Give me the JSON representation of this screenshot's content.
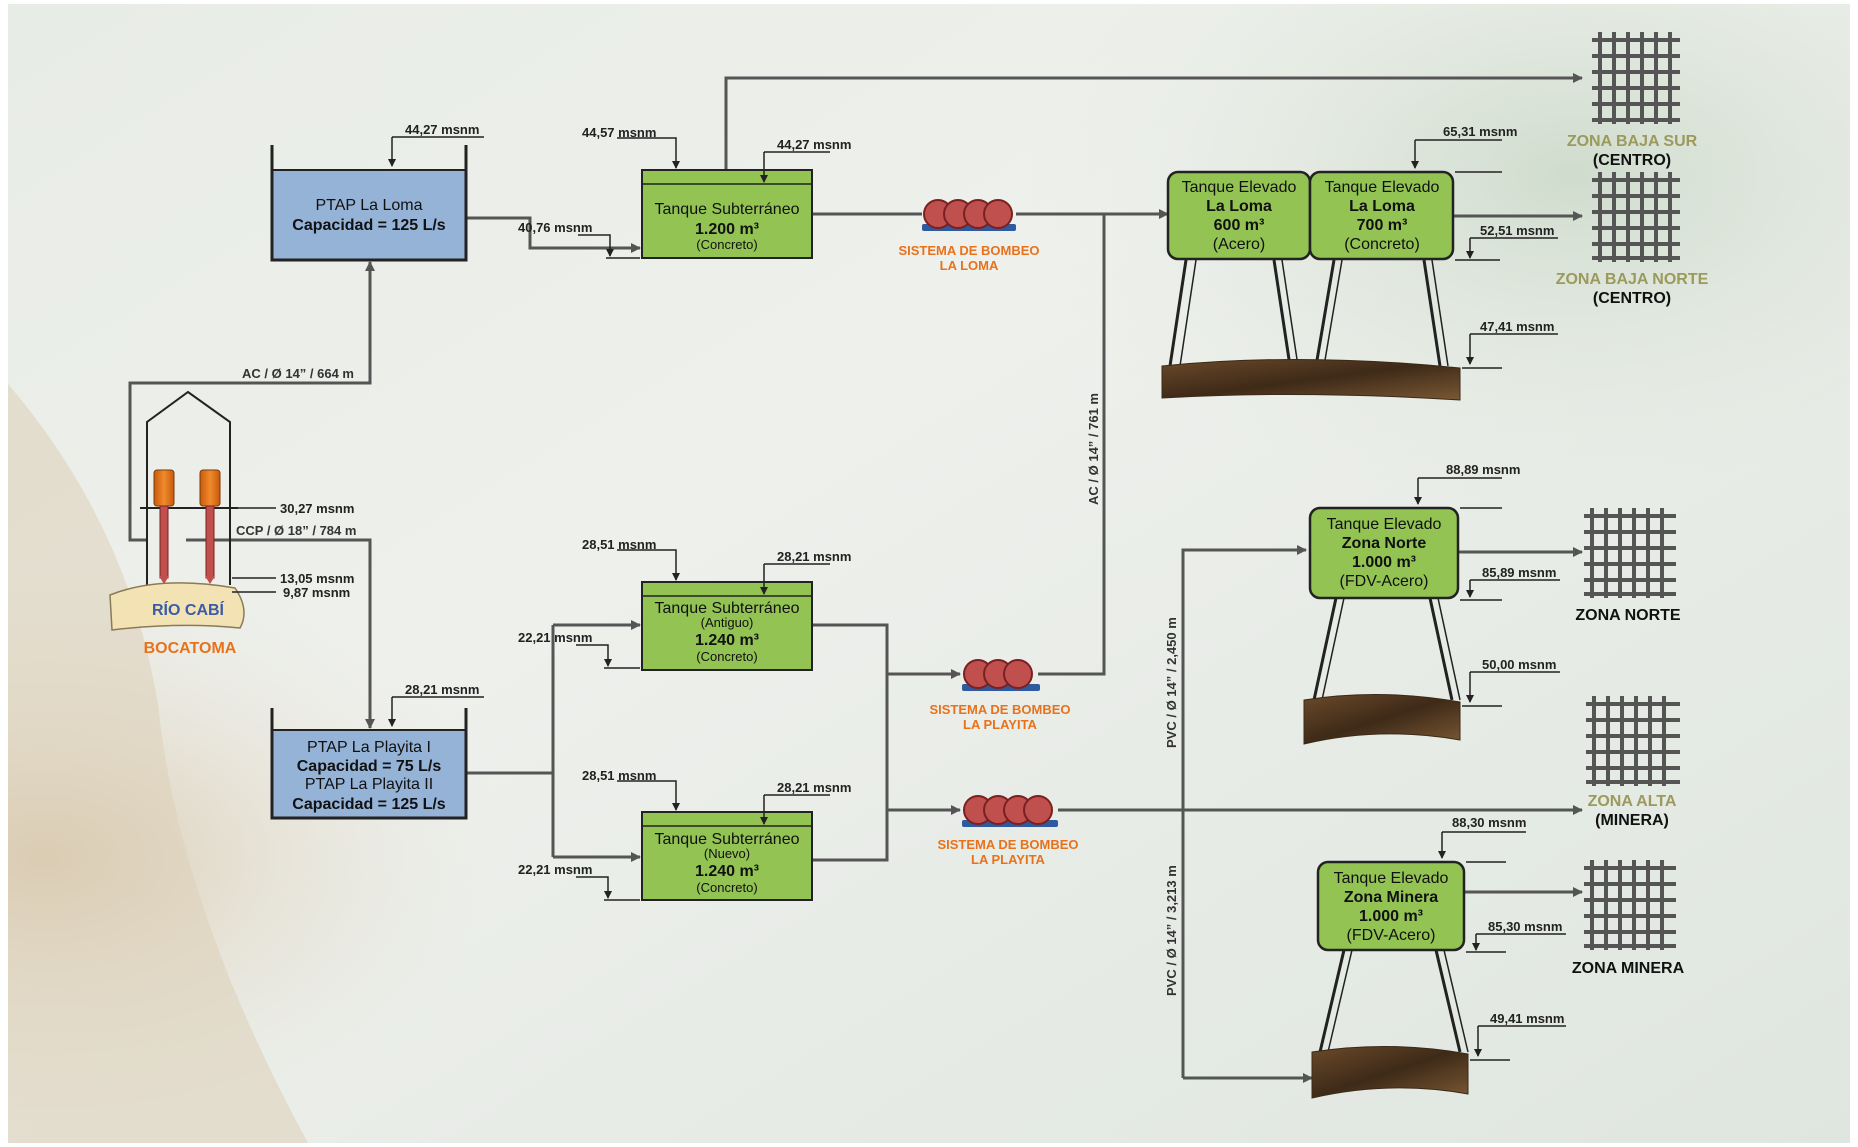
{
  "intake": {
    "river": "RÍO CABÍ",
    "label": "BOCATOMA",
    "elev_top": "30,27 msnm",
    "elev_mid": "13,05 msnm",
    "elev_low": "9,87 msnm"
  },
  "pipes": {
    "to_loma": "AC / Ø 14” / 664 m",
    "to_playita": "CCP / Ø 18” / 784 m",
    "vertical_ac": "AC / Ø 14” / 761 m",
    "pvc_north": "PVC / Ø 14” / 2,450 m",
    "pvc_mine": "PVC / Ø 14” / 3,213 m"
  },
  "ptap_loma": {
    "title": "PTAP La Loma",
    "capacity": "Capacidad = 125 L/s",
    "elev": "44,27 msnm"
  },
  "ptap_playita": {
    "title1": "PTAP La Playita I",
    "capacity1": "Capacidad = 75 L/s",
    "title2": "PTAP La Playita II",
    "capacity2": "Capacidad = 125 L/s",
    "elev": "28,21 msnm"
  },
  "tank_loma": {
    "title": "Tanque Subterráneo",
    "volume": "1.200 m³",
    "material": "(Concreto)",
    "elev_in": "44,57 msnm",
    "elev_top": "44,27 msnm",
    "elev_bottom": "40,76 msnm"
  },
  "tank_antiguo": {
    "title": "Tanque Subterráneo",
    "sub": "(Antiguo)",
    "volume": "1.240 m³",
    "material": "(Concreto)",
    "elev_in": "28,51 msnm",
    "elev_top": "28,21 msnm",
    "elev_bottom": "22,21 msnm"
  },
  "tank_nuevo": {
    "title": "Tanque Subterráneo",
    "sub": "(Nuevo)",
    "volume": "1.240 m³",
    "material": "(Concreto)",
    "elev_in": "28,51 msnm",
    "elev_top": "28,21 msnm",
    "elev_bottom": "22,21 msnm"
  },
  "pumps": {
    "loma_1": "SISTEMA DE BOMBEO",
    "loma_2": "LA LOMA",
    "playita_a1": "SISTEMA DE BOMBEO",
    "playita_a2": "LA PLAYITA",
    "playita_b1": "SISTEMA DE BOMBEO",
    "playita_b2": "LA PLAYITA"
  },
  "elevated_loma_acero": {
    "title": "Tanque Elevado",
    "name": "La Loma",
    "volume": "600 m³",
    "material": "(Acero)"
  },
  "elevated_loma_concreto": {
    "title": "Tanque Elevado",
    "name": "La Loma",
    "volume": "700 m³",
    "material": "(Concreto)",
    "elev_top": "65,31 msnm",
    "elev_out": "52,51 msnm",
    "elev_ground": "47,41 msnm"
  },
  "elevated_norte": {
    "title": "Tanque Elevado",
    "name": "Zona Norte",
    "volume": "1.000 m³",
    "material": "(FDV-Acero)",
    "elev_top": "88,89 msnm",
    "elev_out": "85,89 msnm",
    "elev_ground": "50,00 msnm"
  },
  "elevated_minera": {
    "title": "Tanque Elevado",
    "name": "Zona Minera",
    "volume": "1.000 m³",
    "material": "(FDV-Acero)",
    "elev_top": "88,30 msnm",
    "elev_out": "85,30 msnm",
    "elev_ground": "49,41 msnm"
  },
  "zones": {
    "baja_sur_1": "ZONA BAJA SUR",
    "baja_sur_2": "(CENTRO)",
    "baja_norte_1": "ZONA BAJA NORTE",
    "baja_norte_2": "(CENTRO)",
    "norte": "ZONA NORTE",
    "alta_1": "ZONA ALTA",
    "alta_2": "(MINERA)",
    "minera": "ZONA MINERA"
  },
  "colors": {
    "green_tank": "#92c353",
    "blue_ptap": "#95b3d7",
    "pump_red": "#c0504d",
    "pump_label": "#e8721c",
    "zone_olive": "#9b9a5c"
  }
}
